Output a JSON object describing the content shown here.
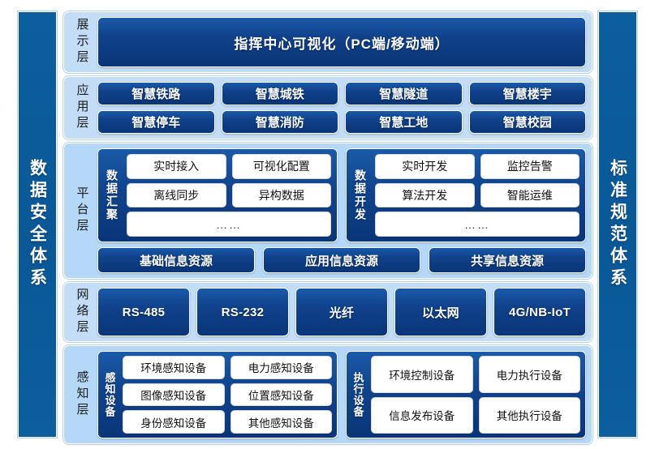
{
  "colors": {
    "pillar": "#0a5c9e",
    "layer_bg": "#c3ddf7",
    "layer_bg_alt": "#b6d8f8",
    "dark_box": "#0b3d82",
    "white_box": "#ffffff",
    "page_bg": "#ffffff"
  },
  "pillars": {
    "left": {
      "label": "数据安全体系"
    },
    "right": {
      "label": "标准规范体系"
    }
  },
  "layers": [
    {
      "id": "presentation",
      "label": "展示层",
      "boxes": [
        "指挥中心可视化（PC端/移动端）"
      ]
    },
    {
      "id": "application",
      "label": "应用层",
      "rows": [
        [
          "智慧铁路",
          "智慧城铁",
          "智慧隧道",
          "智慧楼宇"
        ],
        [
          "智慧停车",
          "智慧消防",
          "智慧工地",
          "智慧校园"
        ]
      ]
    },
    {
      "id": "platform",
      "label": "平台层",
      "panels": [
        {
          "label": "数据汇聚",
          "rows": [
            [
              "实时接入",
              "可视化配置"
            ],
            [
              "离线同步",
              "异构数据"
            ],
            [
              "……"
            ]
          ]
        },
        {
          "label": "数据开发",
          "rows": [
            [
              "实时开发",
              "监控告警"
            ],
            [
              "算法开发",
              "智能运维"
            ],
            [
              "……"
            ]
          ]
        }
      ],
      "resources": [
        "基础信息资源",
        "应用信息资源",
        "共享信息资源"
      ]
    },
    {
      "id": "network",
      "label": "网络层",
      "boxes": [
        "RS-485",
        "RS-232",
        "光纤",
        "以太网",
        "4G/NB-IoT"
      ]
    },
    {
      "id": "sensing",
      "label": "感知层",
      "panels": [
        {
          "label": "感知设备",
          "rows": [
            [
              "环境感知设备",
              "电力感知设备"
            ],
            [
              "图像感知设备",
              "位置感知设备"
            ],
            [
              "身份感知设备",
              "其他感知设备"
            ]
          ]
        },
        {
          "label": "执行设备",
          "rows": [
            [
              "环境控制设备",
              "电力执行设备"
            ],
            [
              "信息发布设备",
              "其他执行设备"
            ]
          ]
        }
      ]
    }
  ]
}
